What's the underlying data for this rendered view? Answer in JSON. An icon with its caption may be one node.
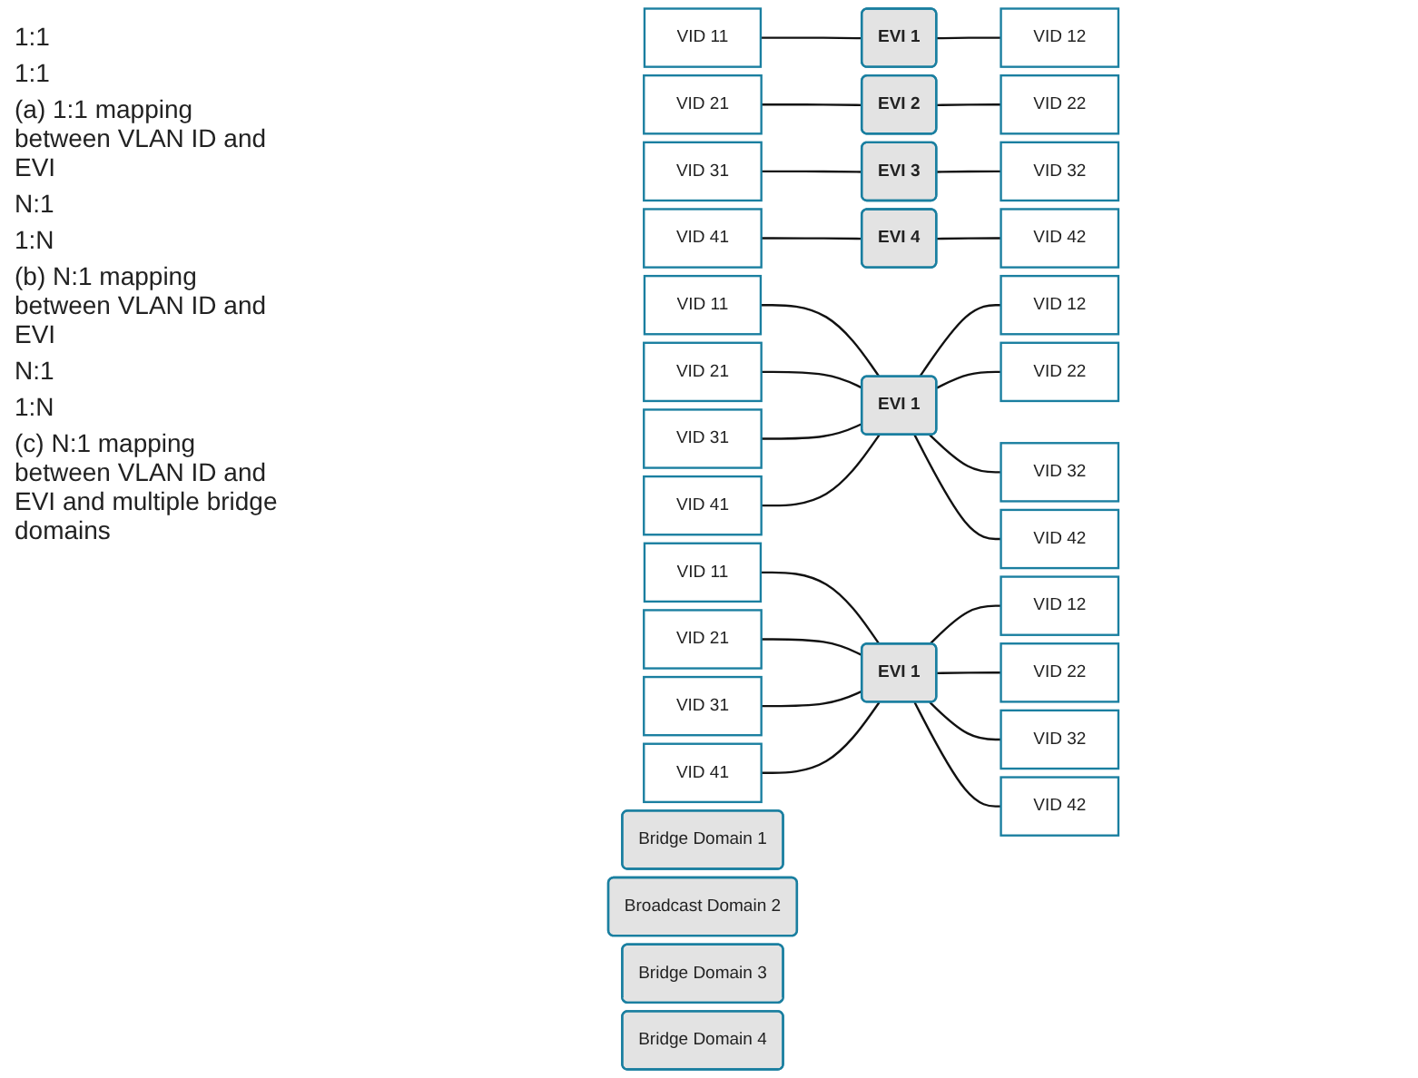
{
  "diagram": {
    "nodes": [
      {
        "text": [
          "VID 11"
        ]
      },
      {
        "text": [
          "VID 21"
        ]
      },
      {
        "text": [
          "VID 31"
        ]
      },
      {
        "text": [
          "VID 41"
        ]
      },
      {
        "text": [
          "EVI 1"
        ]
      },
      {
        "text": [
          "EVI 2"
        ]
      },
      {
        "text": [
          "EVI 3"
        ]
      },
      {
        "text": [
          "EVI 4"
        ]
      },
      {
        "text": [
          "VID 12"
        ]
      },
      {
        "text": [
          "VID 22"
        ]
      },
      {
        "text": [
          "VID 32"
        ]
      },
      {
        "text": [
          "VID 42"
        ]
      },
      {
        "text": [
          "VID 11"
        ]
      },
      {
        "text": [
          "VID 21"
        ]
      },
      {
        "text": [
          "VID 31"
        ]
      },
      {
        "text": [
          "VID 41"
        ]
      },
      {
        "text": [
          "EVI 1"
        ]
      },
      {
        "text": [
          "VID 12"
        ]
      },
      {
        "text": [
          "VID 22"
        ]
      },
      {
        "text": [
          "VID 32"
        ]
      },
      {
        "text": [
          "VID 42"
        ]
      },
      {
        "text": [
          "VID 11"
        ]
      },
      {
        "text": [
          "VID 21"
        ]
      },
      {
        "text": [
          "VID 31"
        ]
      },
      {
        "text": [
          "VID 41"
        ]
      },
      {
        "text": [
          "Bridge Domain 1"
        ]
      },
      {
        "text": [
          "Broadcast Domain 2"
        ]
      },
      {
        "text": [
          "Bridge Domain 3"
        ]
      },
      {
        "text": [
          "Bridge Domain 4"
        ]
      },
      {
        "text": [
          "EVI 1"
        ]
      },
      {
        "text": [
          "VID 12"
        ]
      },
      {
        "text": [
          "VID 22"
        ]
      },
      {
        "text": [
          "VID 32"
        ]
      },
      {
        "text": [
          "VID 42"
        ]
      }
    ],
    "edges": [
      {
        "from": 0,
        "to": 4,
        "arrow": "none"
      },
      {
        "from": 4,
        "to": 8,
        "arrow": "none"
      },
      {
        "from": 1,
        "to": 5,
        "arrow": "none"
      },
      {
        "from": 5,
        "to": 9,
        "arrow": "none"
      },
      {
        "from": 2,
        "to": 6,
        "arrow": "none"
      },
      {
        "from": 6,
        "to": 10,
        "arrow": "none"
      },
      {
        "from": 3,
        "to": 7,
        "arrow": "none"
      },
      {
        "from": 7,
        "to": 11,
        "arrow": "none"
      },
      {
        "from": 12,
        "to": 16,
        "arrow": "none"
      },
      {
        "from": 13,
        "to": 16,
        "arrow": "none"
      },
      {
        "from": 14,
        "to": 16,
        "arrow": "none"
      },
      {
        "from": 15,
        "to": 16,
        "arrow": "none"
      },
      {
        "from": 16,
        "to": 17,
        "arrow": "none"
      },
      {
        "from": 16,
        "to": 18,
        "arrow": "none"
      },
      {
        "from": 16,
        "to": 19,
        "arrow": "none"
      },
      {
        "from": 16,
        "to": 20,
        "arrow": "none"
      },
      {
        "from": 21,
        "to": 29,
        "arrow": "none"
      },
      {
        "from": 22,
        "to": 29,
        "arrow": "none"
      },
      {
        "from": 23,
        "to": 29,
        "arrow": "none"
      },
      {
        "from": 24,
        "to": 29,
        "arrow": "none"
      },
      {
        "from": 29,
        "to": 30,
        "arrow": "none"
      },
      {
        "from": 29,
        "to": 31,
        "arrow": "none"
      },
      {
        "from": 29,
        "to": 32,
        "arrow": "none"
      },
      {
        "from": 29,
        "to": 33,
        "arrow": "none"
      }
    ],
    "labels": [
      "1:1",
      "1:1",
      "(a) 1:1 mapping between VLAN ID and EVI",
      "N:1",
      "1:N",
      "(b) N:1 mapping between VLAN ID and EVI",
      "N:1",
      "1:N",
      "(c) N:1 mapping between VLAN ID and EVI and multiple bridge domains"
    ]
  }
}
